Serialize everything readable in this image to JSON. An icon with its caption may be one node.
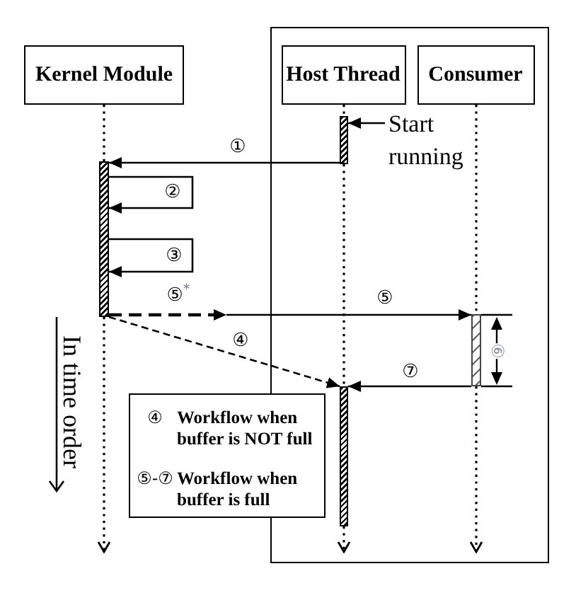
{
  "diagram": {
    "nodes": [
      {
        "text": [
          "Kernel Module"
        ]
      },
      {
        "text": [],
        "shape": "box"
      },
      {
        "text": [
          "Host Thread"
        ],
        "in": 1
      },
      {
        "text": [
          "Consumer"
        ],
        "in": 1
      },
      {
        "text": [
          "Start running"
        ],
        "in": 1
      },
      {
        "text": [],
        "shape": "bar",
        "in": 1
      },
      {
        "text": [],
        "shape": "bar"
      },
      {
        "text": [],
        "shape": "bar",
        "in": 1,
        "beside": [
          "⑥"
        ]
      },
      {
        "text": [],
        "shape": "bar",
        "in": 1
      },
      {
        "text": [
          "④",
          "Workflow when buffer is NOT full",
          "⑤-⑦",
          "Workflow when buffer is full"
        ]
      }
    ],
    "edges": [
      {
        "from": 0,
        "to": 6,
        "arrow": "none",
        "style": "dashed"
      },
      {
        "from": 6,
        "to": null,
        "arrow": "to",
        "style": "dashed"
      },
      {
        "from": 2,
        "to": 5,
        "arrow": "none",
        "style": "dashed"
      },
      {
        "from": 5,
        "to": 8,
        "arrow": "none",
        "style": "dashed"
      },
      {
        "from": 8,
        "to": null,
        "arrow": "to",
        "style": "dashed"
      },
      {
        "from": 3,
        "to": 7,
        "arrow": "none",
        "style": "dashed"
      },
      {
        "from": 7,
        "to": null,
        "arrow": "to",
        "style": "dashed"
      },
      {
        "from": 4,
        "to": 5,
        "arrow": "to"
      },
      {
        "from": 5,
        "to": 6,
        "arrow": "to",
        "label": "①"
      },
      {
        "from": 6,
        "to": 6,
        "arrow": "to",
        "label": "②"
      },
      {
        "from": 6,
        "to": 6,
        "arrow": "to",
        "label": "③"
      },
      {
        "from": 6,
        "to": null,
        "arrow": "to",
        "style": "dashed",
        "label": "⑤$^{*}$"
      },
      {
        "from": null,
        "to": 7,
        "arrow": "to",
        "label": "⑤"
      },
      {
        "from": 6,
        "to": 8,
        "arrow": "to",
        "style": "dashed",
        "label": "④"
      },
      {
        "from": 7,
        "to": 8,
        "arrow": "to",
        "label": "⑦"
      }
    ],
    "labels": [
      "In time order"
    ]
  }
}
